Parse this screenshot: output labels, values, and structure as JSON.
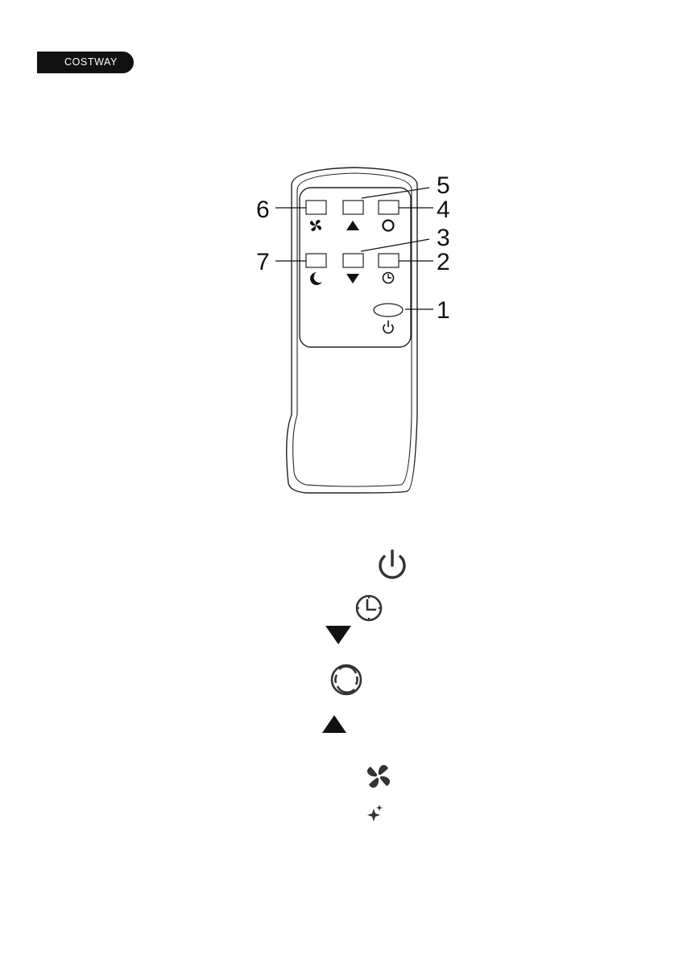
{
  "brand": {
    "name": "COSTWAY"
  },
  "remote": {
    "callouts": [
      {
        "id": "1",
        "label": "1"
      },
      {
        "id": "2",
        "label": "2"
      },
      {
        "id": "3",
        "label": "3"
      },
      {
        "id": "4",
        "label": "4"
      },
      {
        "id": "5",
        "label": "5"
      },
      {
        "id": "6",
        "label": "6"
      },
      {
        "id": "7",
        "label": "7"
      }
    ],
    "button_icons": [
      "fan-icon",
      "up-arrow-icon",
      "oscillation-icon",
      "sleep-icon",
      "down-arrow-icon",
      "timer-icon",
      "power-icon"
    ]
  },
  "legend": {
    "icons": [
      "power-icon",
      "timer-icon",
      "down-arrow-icon",
      "oscillation-icon",
      "up-arrow-icon",
      "fan-icon",
      "sleep-icon"
    ]
  }
}
